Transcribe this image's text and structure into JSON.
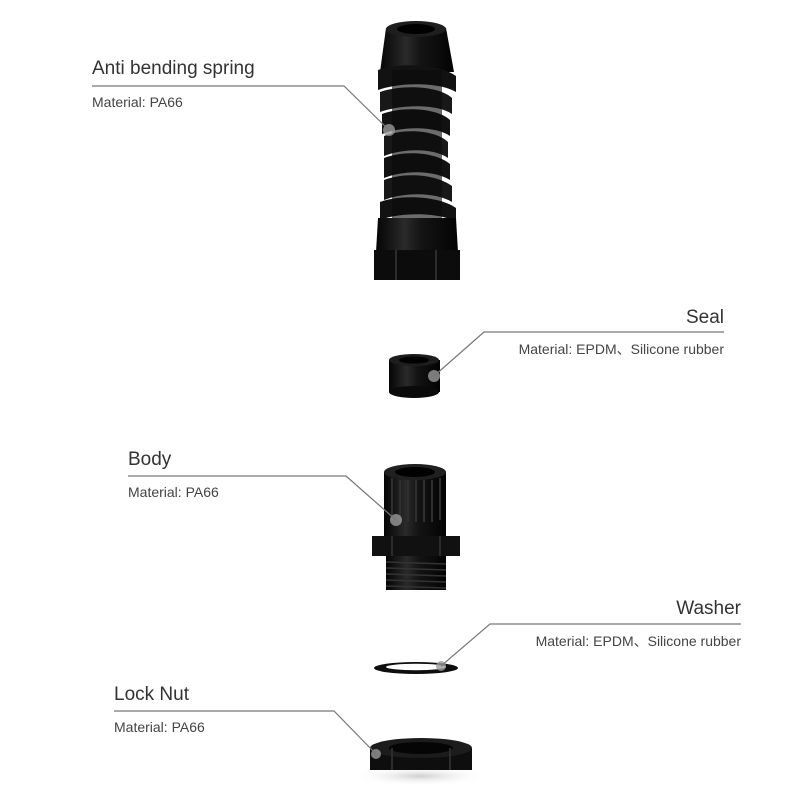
{
  "parts": [
    {
      "id": "spring",
      "title": "Anti bending spring",
      "material": "Material: PA66"
    },
    {
      "id": "seal",
      "title": "Seal",
      "material": "Material: EPDM、Silicone rubber"
    },
    {
      "id": "body",
      "title": "Body",
      "material": "Material: PA66"
    },
    {
      "id": "washer",
      "title": "Washer",
      "material": "Material: EPDM、Silicone rubber"
    },
    {
      "id": "locknut",
      "title": "Lock Nut",
      "material": "Material: PA66"
    }
  ],
  "colors": {
    "part": "#0d0d0d",
    "part_highlight": "#3a3a3a",
    "leader": "#777777",
    "dot": "#9a9a9a"
  }
}
